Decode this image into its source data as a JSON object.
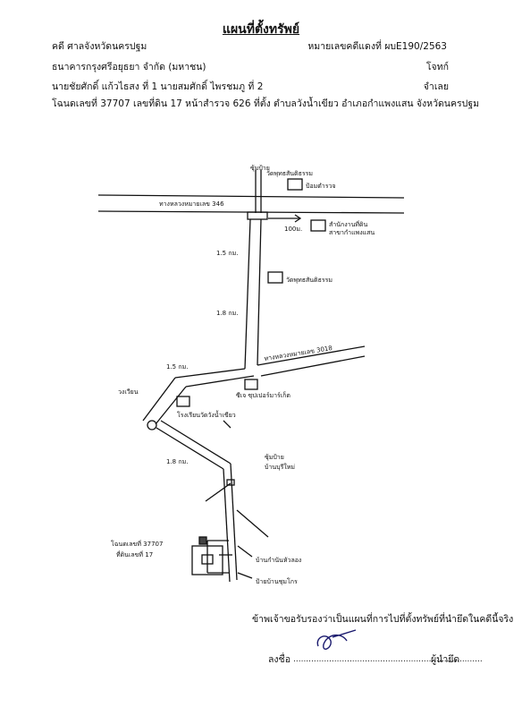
{
  "header": {
    "title": "แผนที่ตั้งทรัพย์",
    "court_label": "คดี ศาลจังหวัดนครปฐม",
    "case_no": "หมายเลขคดีแดงที่ ผบE190/2563",
    "plaintiff": "ธนาคารกรุงศรีอยุธยา จำกัด (มหาชน)",
    "plaintiff_role": "โจทก์",
    "defendant": "นายชัยศักดิ์ แก้วไธสง ที่ 1 นายสมศักดิ์ ไพรชมภู ที่ 2",
    "defendant_role": "จำเลย",
    "deed": "โฉนดเลขที่ 37707 เลขที่ดิน 17 หน้าสำรวจ 626 ที่ตั้ง ตำบลวังน้ำเขียว อำเภอกำแพงแสน จังหวัดนครปฐม"
  },
  "map": {
    "road_main": "ทางหลวงหมายเลข 346",
    "sign_top": "ซุ้มป้าย",
    "temple_sign": "วัดพุทธสันติธรรม",
    "police": "ป้อมตำรวจ",
    "dist_100": "100ม.",
    "district_office": "สำนักงานที่ดิน",
    "district_office_2": "สาขากำแพงแสน",
    "dist_15a": "1.5 กม.",
    "temple": "วัดพุทธสันติธรรม",
    "dist_18a": "1.8 กม.",
    "road_2": "ทางหลวงหมายเลข 3018",
    "dist_15b": "1.5 กม.",
    "junction": "วงเวียน",
    "market": "ซีเจ ซุปเปอร์มาร์เก็ต",
    "school": "โรงเรียนวัดวังน้ำเขียว",
    "dist_18b": "1.8 กม.",
    "sign_village": "ซุ้มป้าย",
    "village": "บ้านบุรีใหม่",
    "deed_label": "โฉนดเลขที่ 37707",
    "deed_label_2": "ที่ดินเลขที่ 17",
    "house_1": "บ้านกำนันหัวลอง",
    "house_2": "ป้ายบ้านชุมโกร"
  },
  "footer": {
    "certify": "ข้าพเจ้าขอรับรองว่าเป็นแผนที่การไปที่ตั้งทรัพย์ที่นำยึดในคดีนี้จริง",
    "sign_label": "ลงชื่อ",
    "sign_line": "..........................................................................",
    "signer_role": "ผู้นำยึด"
  }
}
